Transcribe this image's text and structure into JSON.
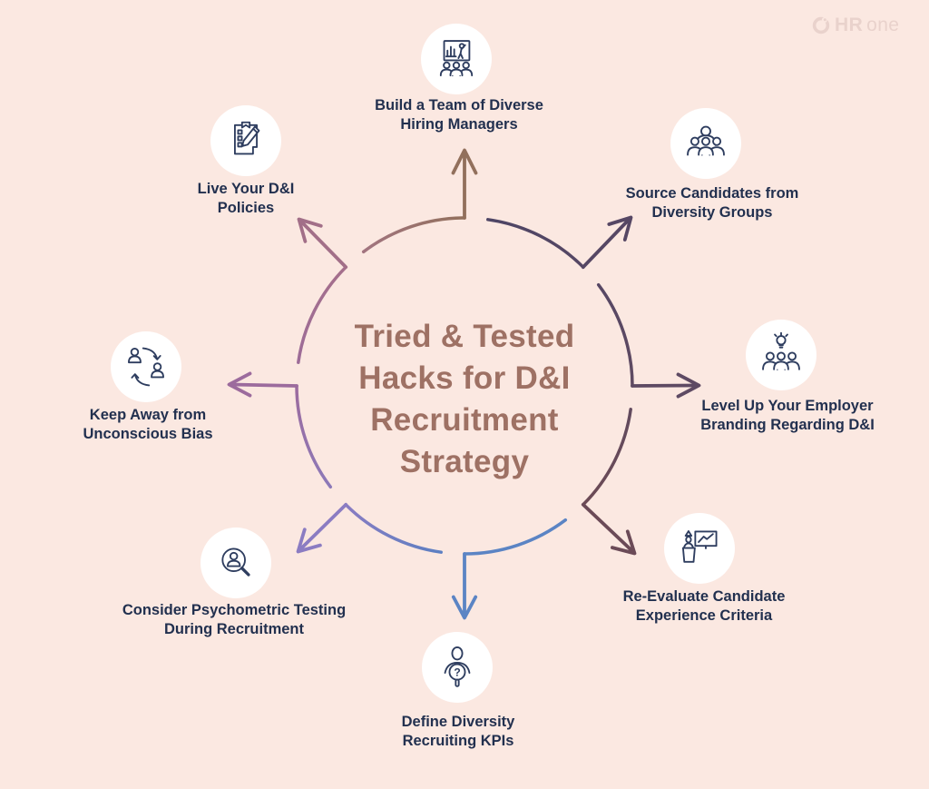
{
  "page": {
    "background": "#fbe8e1"
  },
  "logo": {
    "bold": "HR",
    "light": "one",
    "color": "#e9d2cc"
  },
  "center": {
    "title_lines": [
      "Tried & Tested",
      "Hacks for D&I",
      "Recruitment",
      "Strategy"
    ],
    "title_color": "#9e7164"
  },
  "palette": {
    "label_text": "#22304f",
    "icon_stroke": "#2e3d5f",
    "face_brown": "#a2646a",
    "face_plum": "#8c5b78",
    "bulb_dark": "#584a5e",
    "head_blue": "#6b89c9",
    "body_purple": "#8b7cc2"
  },
  "ring": {
    "arcs": [
      {
        "name": "n-to-ne",
        "from": "#4e4565",
        "to": "#564764"
      },
      {
        "name": "ne-to-e",
        "from": "#574764",
        "to": "#5f4a62"
      },
      {
        "name": "e-to-se",
        "from": "#624a5e",
        "to": "#6c4a55"
      },
      {
        "name": "se-to-s",
        "from": "#5b84c4",
        "to": "#5b84c4"
      },
      {
        "name": "s-to-sw",
        "from": "#5c7fc2",
        "to": "#8a7cc2"
      },
      {
        "name": "sw-to-w",
        "from": "#8c79b8",
        "to": "#9c6b9e"
      },
      {
        "name": "w-to-nw",
        "from": "#9d6c98",
        "to": "#a56f8b"
      },
      {
        "name": "nw-to-n",
        "from": "#a27480",
        "to": "#92705c"
      }
    ]
  },
  "items": [
    {
      "id": "build-diverse-hiring-team",
      "line1": "Build a Team of Diverse",
      "line2": "Hiring Managers",
      "arrow_color": "#92705c"
    },
    {
      "id": "source-diversity-groups",
      "line1": "Source Candidates from",
      "line2": "Diversity Groups",
      "arrow_color": "#564764"
    },
    {
      "id": "employer-branding",
      "line1": "Level Up Your Employer",
      "line2": "Branding Regarding D&I",
      "arrow_color": "#5e4a63"
    },
    {
      "id": "reevaluate-candidate-experience",
      "line1": "Re-Evaluate Candidate",
      "line2": "Experience Criteria",
      "arrow_color": "#6b4a57"
    },
    {
      "id": "define-recruiting-kpis",
      "line1": "Define Diversity",
      "line2": "Recruiting KPIs",
      "arrow_color": "#5b84c4",
      "glyph": "?"
    },
    {
      "id": "psychometric-testing",
      "line1": "Consider Psychometric Testing",
      "line2": "During Recruitment",
      "arrow_color": "#8b7cc2"
    },
    {
      "id": "avoid-unconscious-bias",
      "line1": "Keep Away from",
      "line2": "Unconscious Bias",
      "arrow_color": "#9c6b9d"
    },
    {
      "id": "live-di-policies",
      "line1": "Live Your D&I",
      "line2": "Policies",
      "arrow_color": "#a26f88"
    }
  ]
}
